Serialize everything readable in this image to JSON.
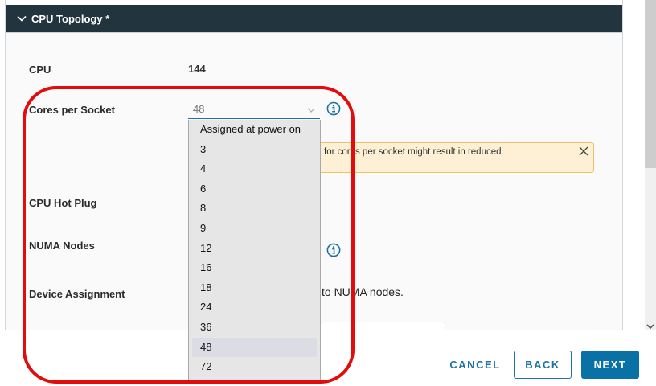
{
  "section": {
    "title": "CPU Topology *",
    "expanded": true
  },
  "fields": {
    "cpu": {
      "label": "CPU",
      "value": "144"
    },
    "cores_per_socket": {
      "label": "Cores per Socket",
      "value": "48"
    },
    "cpu_hot_plug": {
      "label": "CPU Hot Plug"
    },
    "numa_nodes": {
      "label": "NUMA Nodes"
    },
    "device_assignment": {
      "label": "Device Assignment",
      "text_fragment": "to NUMA nodes."
    }
  },
  "alert": {
    "text_fragment": "for cores per socket might result in reduced",
    "bg_color": "#fdf0d4",
    "border_color": "#efc06a"
  },
  "dropdown": {
    "options": [
      "Assigned at power on",
      "3",
      "4",
      "6",
      "8",
      "9",
      "12",
      "16",
      "18",
      "24",
      "36",
      "48",
      "72"
    ],
    "selected": "48"
  },
  "footer": {
    "cancel_label": "CANCEL",
    "back_label": "BACK",
    "next_label": "NEXT"
  },
  "colors": {
    "header_bg": "#22343e",
    "accent": "#0a71a7",
    "annotation": "#e30c0c"
  },
  "icons": {
    "section_toggle": "chevron-down-icon",
    "select_caret": "chevron-down-icon",
    "info": "info-icon",
    "alert_close": "close-icon",
    "scroll_down": "chevron-down-icon"
  }
}
